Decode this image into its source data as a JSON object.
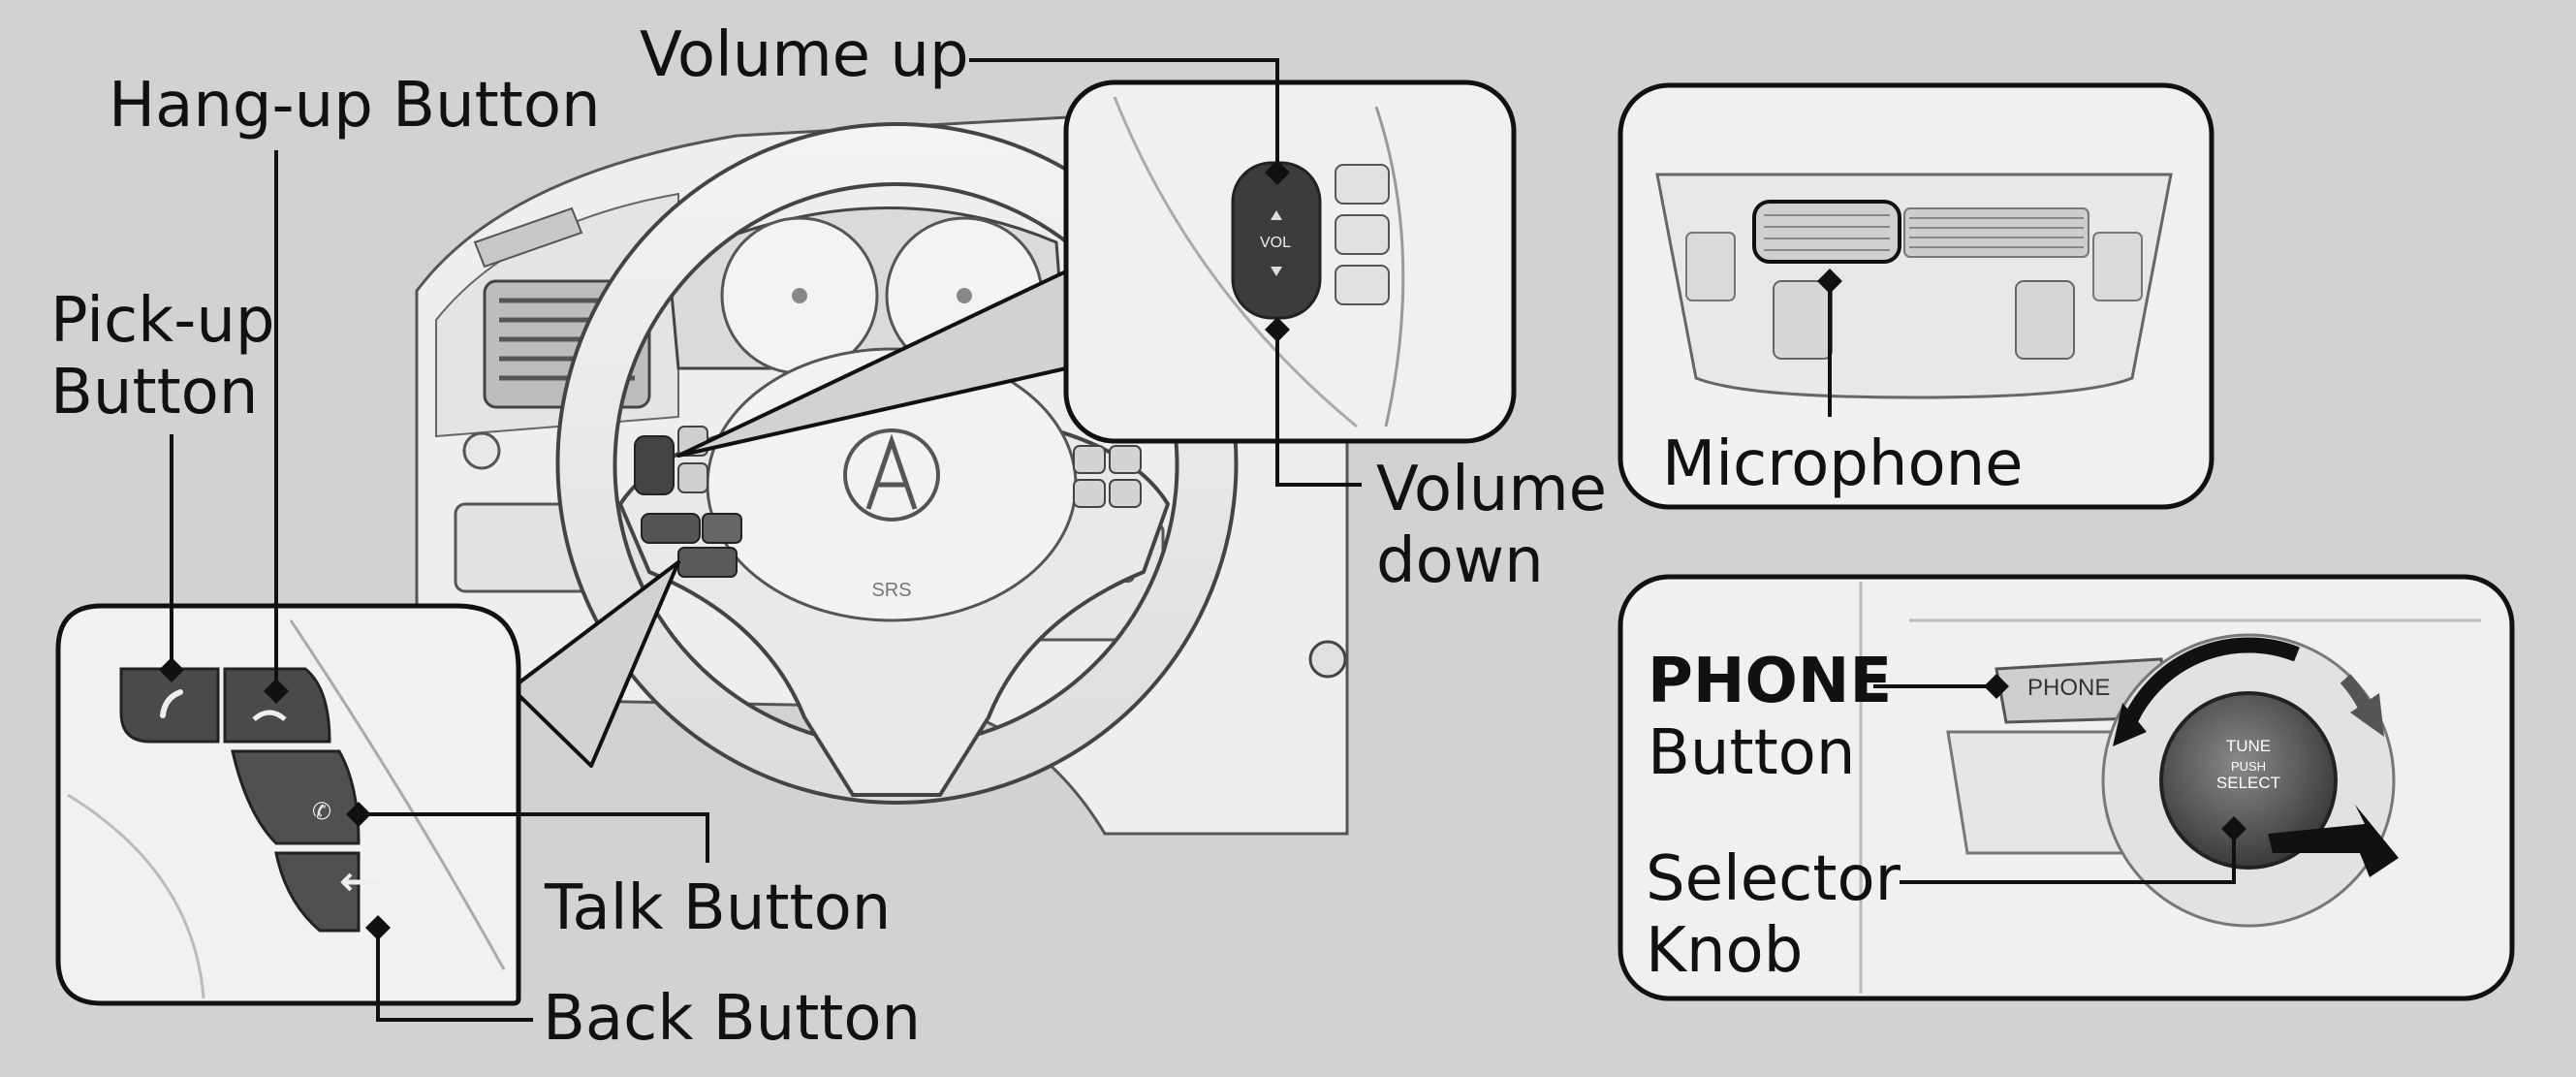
{
  "labels": {
    "volume_up": "Volume up",
    "hang_up": "Hang-up Button",
    "pick_up_line1": "Pick-up",
    "pick_up_line2": "Button",
    "volume_down_line1": "Volume",
    "volume_down_line2": "down",
    "microphone": "Microphone",
    "phone_line1": "PHONE",
    "phone_line2": "Button",
    "talk": "Talk Button",
    "back": "Back Button",
    "selector_line1": "Selector",
    "selector_line2": "Knob"
  },
  "panel_text": {
    "vol": "VOL",
    "phone": "PHONE",
    "tune": "TUNE",
    "push": "PUSH",
    "select": "SELECT"
  }
}
